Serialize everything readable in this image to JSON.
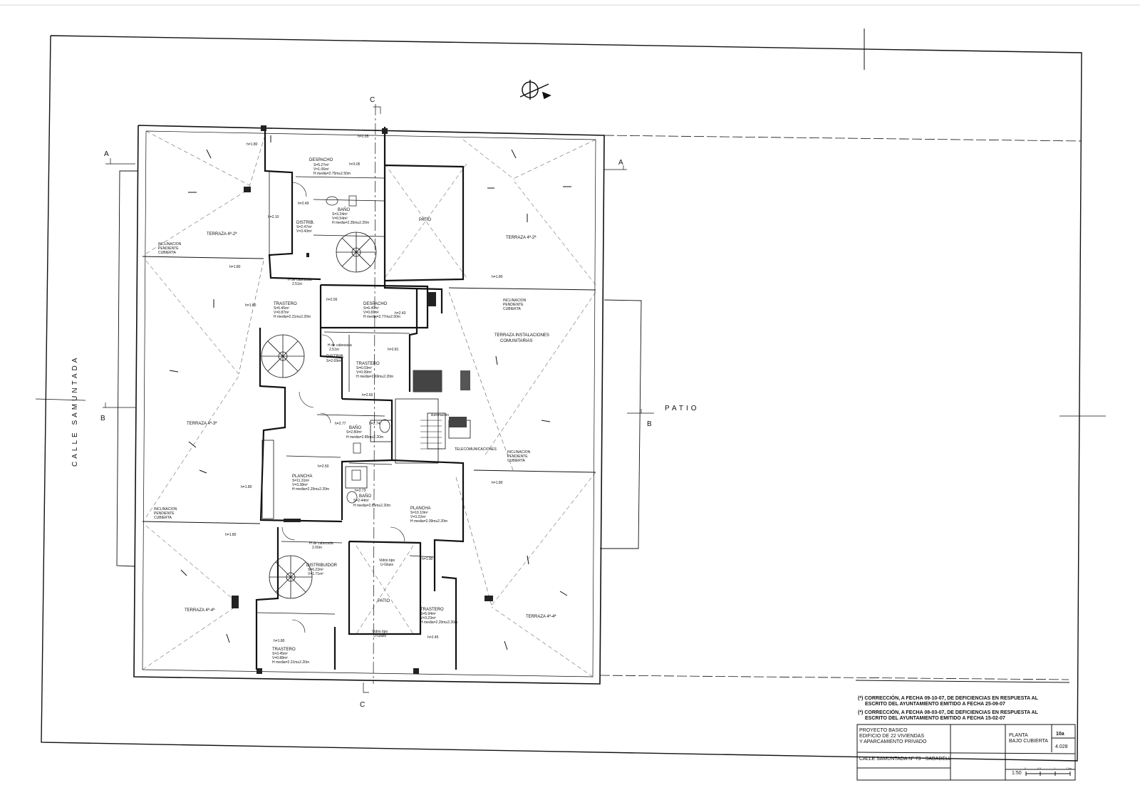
{
  "street": "CALLE SAMUNTADA",
  "patio_right": "PATIO",
  "sections": {
    "a": "A",
    "b": "B",
    "c": "C"
  },
  "terraces": {
    "t2_left": "TERRAZA 4ª-2ª",
    "t2_right": "TERRAZA 4ª-2ª",
    "t3": "TERRAZA 4ª-3ª",
    "t4_left": "TERRAZA 4ª-4ª",
    "t4_right": "TERRAZA 4ª-4ª",
    "installations": [
      "TERRAZA INSTALACIONES",
      "COMUNITARIAS"
    ]
  },
  "slope_note": [
    "INCLINACION",
    "PENDIENTE",
    "CUBIERTA"
  ],
  "rooms": {
    "despacho_top": {
      "name": "DESPACHO",
      "lines": [
        "S=5.27m²",
        "V=1.06m²",
        "H media=2.75m≥2.50m"
      ]
    },
    "patio_top": {
      "name": "PATIO"
    },
    "distrib_top": {
      "name": "DISTRIB.",
      "lines": [
        "S=2.47m²",
        "V=3.43m²"
      ]
    },
    "bano_top": {
      "name": "BAÑO",
      "lines": [
        "S=3.24m²",
        "V=0.54m²",
        "H media=2.35m≥2.20m"
      ]
    },
    "trastero_1": {
      "name": "TRASTERO",
      "lines": [
        "S=5.45m²",
        "V=0.87m²",
        "H media=2.21m≥2.20m"
      ]
    },
    "despacho_mid": {
      "name": "DESPACHO",
      "lines": [
        "S=6.49m²",
        "V=0.81m²",
        "H media=2.77m≥2.50m"
      ]
    },
    "distrib_mid": {
      "name": "DISTRIB.",
      "lines": [
        "S=2.69m²"
      ]
    },
    "trastero_2": {
      "name": "TRASTERO",
      "lines": [
        "S=6.03m²",
        "V=0.99m²",
        "H media=2.69m≥2.20m"
      ]
    },
    "bano_mid": {
      "name": "BAÑO",
      "lines": [
        "S=2.80m²",
        "H media=2.85m≥2.20m"
      ]
    },
    "plancha_1": {
      "name": "PLANCHA",
      "lines": [
        "S=11.31m²",
        "V=3.38m²",
        "H media=2.25m≥2.20m"
      ]
    },
    "bano_low": {
      "name": "BAÑO",
      "lines": [
        "S=2.44m²",
        "H media=2.85m≥2.20m"
      ]
    },
    "plancha_2": {
      "name": "PLANCHA",
      "lines": [
        "S=10.10m²",
        "V=3.22m²",
        "H media=2.39m≥2.20m"
      ]
    },
    "distribuidor": {
      "name": "DISTRIBUIDOR",
      "lines": [
        "S=6.22m²",
        "V=1.71m²"
      ]
    },
    "patio_low": {
      "name": "PATIO"
    },
    "trastero_3": {
      "name": "TRASTERO",
      "lines": [
        "S=5.94m²",
        "V=3.23m²",
        "H media=2.20m≥2.20m"
      ]
    },
    "trastero_4": {
      "name": "TRASTERO",
      "lines": [
        "S=3.45m²",
        "V=0.88m²",
        "H media=2.21m≥2.20m"
      ]
    }
  },
  "misc": {
    "h_cabezada_1": "H de cabezada",
    "h_cabezada_1_v": "2.51m",
    "h_cabezada_2": "H de cabezada",
    "h_cabezada_2_v": "2.51m",
    "h_cabezada_3": "H de cabezada",
    "h_cabezada_3_v": "2.00m",
    "telecom": "TELECOMUNICACIONES",
    "iluminacion": "iluminación",
    "vidrio_1": [
      "Vidrio tipo",
      "U-Glass"
    ],
    "vidrio_2": [
      "Vidrio tipo",
      "U-Glass"
    ]
  },
  "heights": {
    "h180a": "h=1.80",
    "h180b": "h=1.80",
    "h180c": "h=1.80",
    "h180d": "h=1.80",
    "h180e": "h=1.80",
    "h180f": "h=1.80",
    "h180g": "h=1.80",
    "h180h": "h=1.80",
    "h249": "h=2.49",
    "h210": "h=2.10",
    "h256": "h=2.56",
    "h243": "h=2.43",
    "h281": "h=2.81",
    "h260": "h=2.60",
    "h277": "h=2.77",
    "h274": "h=2.74",
    "h250": "h=2.50",
    "h273": "h=2.73",
    "h295": "h=2.95",
    "h305": "h=3.05",
    "h190": "h=1.90",
    "h245": "h=2.45"
  },
  "title_block": {
    "corrections": [
      "(*) CORRECCIÓN, A FECHA 09-10-07, DE DEFICIENCIAS EN RESPUESTA AL",
      "ESCRITO DEL AYUNTAMIENTO EMITIDO A FECHA 25-09-07",
      "(*) CORRECCIÓN, A FECHA 08-03-07, DE DEFICIENCIAS EN RESPUESTA AL",
      "ESCRITO DEL AYUNTAMIENTO EMITIDO A FECHA 15-02-07"
    ],
    "project": [
      "PROYECTO BASICO",
      "EDIFICIO DE 22 VIVIENDAS",
      "Y APARCAMIENTO PRIVADO"
    ],
    "plan_name": [
      "PLANTA",
      "BAJO CUBIERTA"
    ],
    "sheet_no": "10a",
    "sheet_sub": "4.028",
    "address": "CALLE SAMUNTADA Nº 73 - SABADELL",
    "scale": "1:50",
    "scale_ticks": [
      "0",
      "0.5",
      "1",
      "1.5m"
    ]
  },
  "colors": {
    "ink": "#111111",
    "hatch": "#222222",
    "paper": "#ffffff"
  }
}
